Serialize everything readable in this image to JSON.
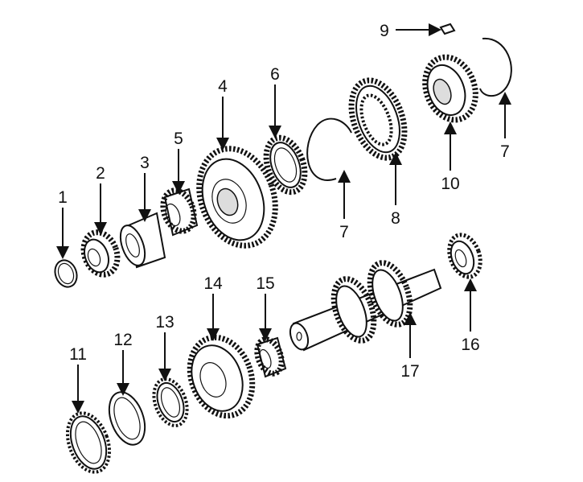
{
  "diagram": {
    "labels": [
      "1",
      "2",
      "3",
      "4",
      "5",
      "6",
      "7",
      "8",
      "9",
      "10",
      "7",
      "11",
      "12",
      "13",
      "14",
      "15",
      "16",
      "17"
    ],
    "colors": {
      "ink": "#111111",
      "background": "#ffffff"
    }
  }
}
